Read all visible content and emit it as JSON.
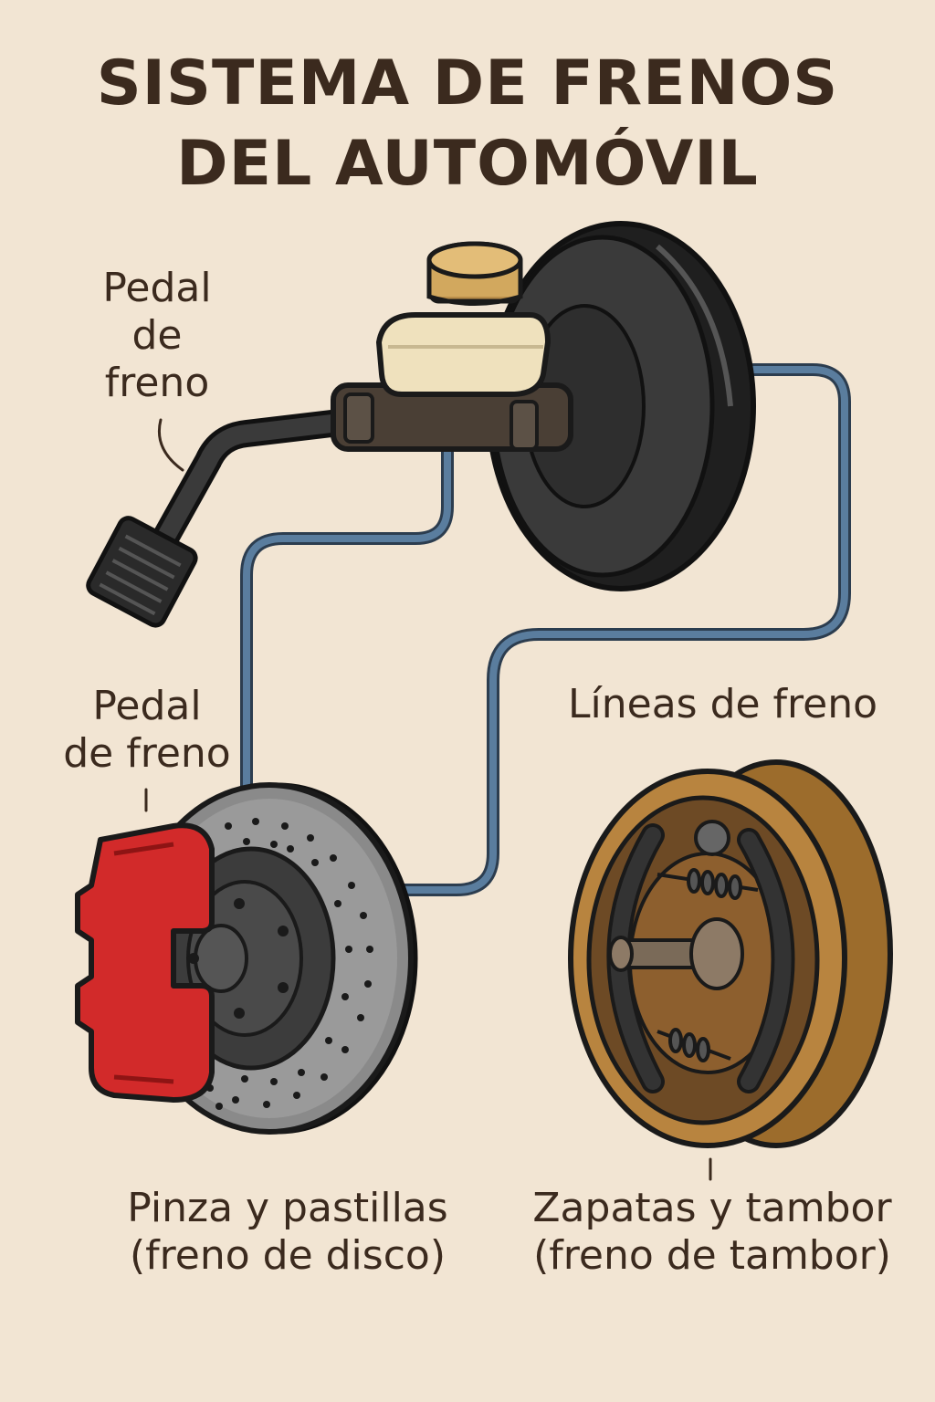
{
  "title": {
    "line1": "SISTEMA DE FRENOS",
    "line2": "DEL AUTOMÓVIL"
  },
  "labels": {
    "pedal_top": [
      "Pedal",
      "de",
      "freno"
    ],
    "pedal_left": [
      "Pedal",
      "de freno"
    ],
    "brake_lines": "Líneas de freno",
    "disc": [
      "Pinza y pastillas",
      "(freno de disco)"
    ],
    "drum": [
      "Zapatas y tambor",
      "(freno de tambor)"
    ]
  },
  "colors": {
    "background": "#f2e5d3",
    "text": "#3b2a1e",
    "brake_line": "#4f6f8f",
    "caliper": "#d22a2a",
    "drum": "#b8843f",
    "booster": "#2b2b2b",
    "reservoir": "#efe1bd",
    "cap": "#d2a85e"
  },
  "icons": [
    "brake-pedal-icon",
    "master-cylinder-icon",
    "brake-booster-icon",
    "disc-brake-icon",
    "drum-brake-icon"
  ]
}
